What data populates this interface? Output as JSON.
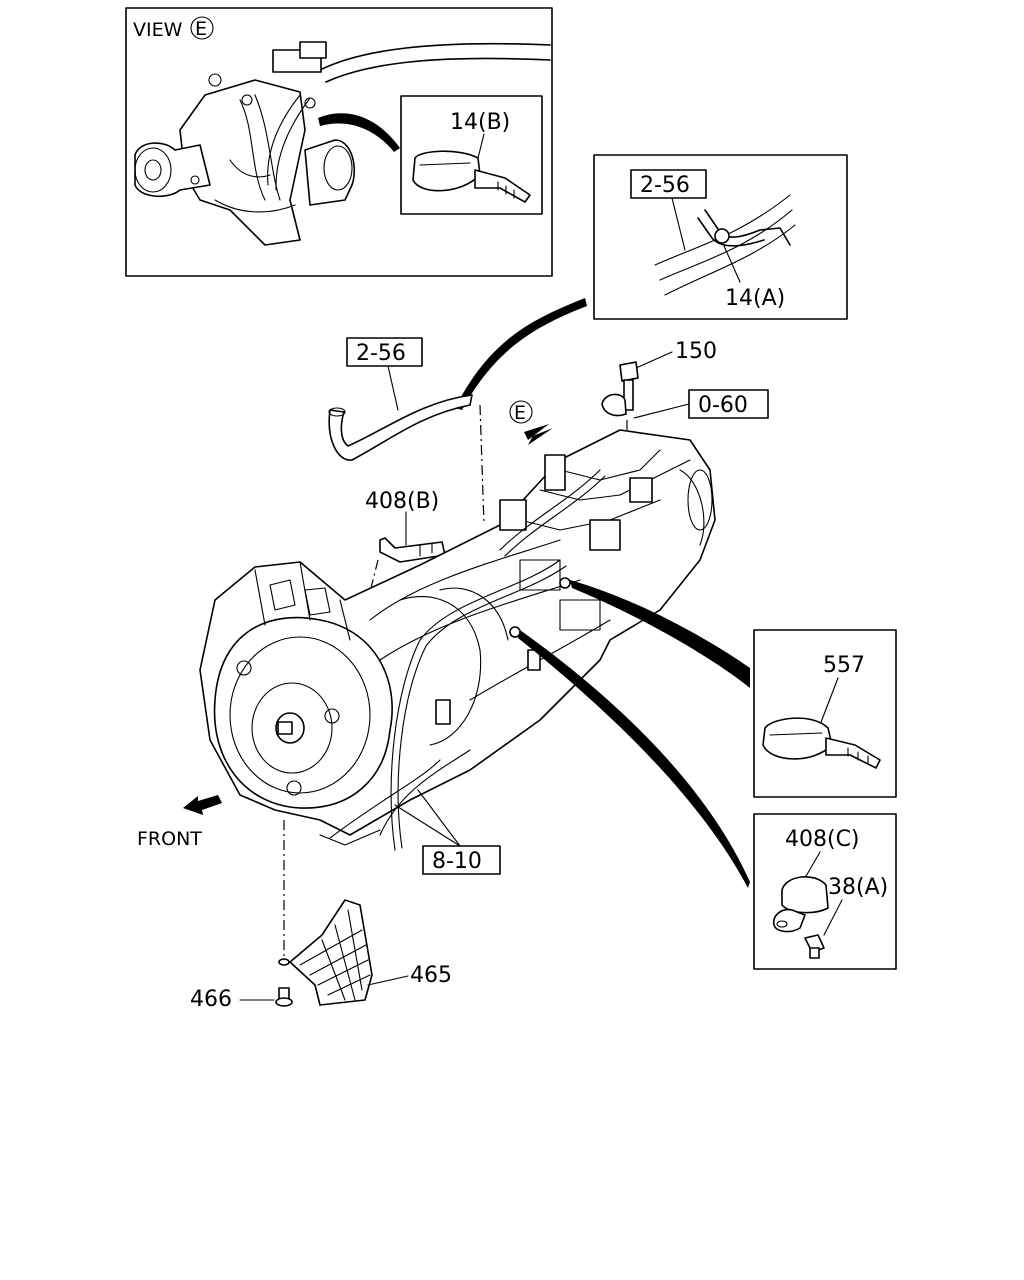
{
  "view_panel": {
    "title_prefix": "VIEW",
    "title_letter": "E",
    "inset_label": "14(B)"
  },
  "hose_panel": {
    "hose_ref": "2-56",
    "clip_label": "14(A)"
  },
  "main": {
    "hose_ref": "2-56",
    "bolt_label": "150",
    "ref_0_60": "0-60",
    "view_marker": "E",
    "bracket_label": "408(B)",
    "harness_ref": "8-10",
    "front_label": "FRONT",
    "cover_label": "465",
    "bolt2_label": "466"
  },
  "band_panel": {
    "label": "557"
  },
  "clamp_panel": {
    "clamp_label": "408(C)",
    "bolt_label": "38(A)"
  }
}
